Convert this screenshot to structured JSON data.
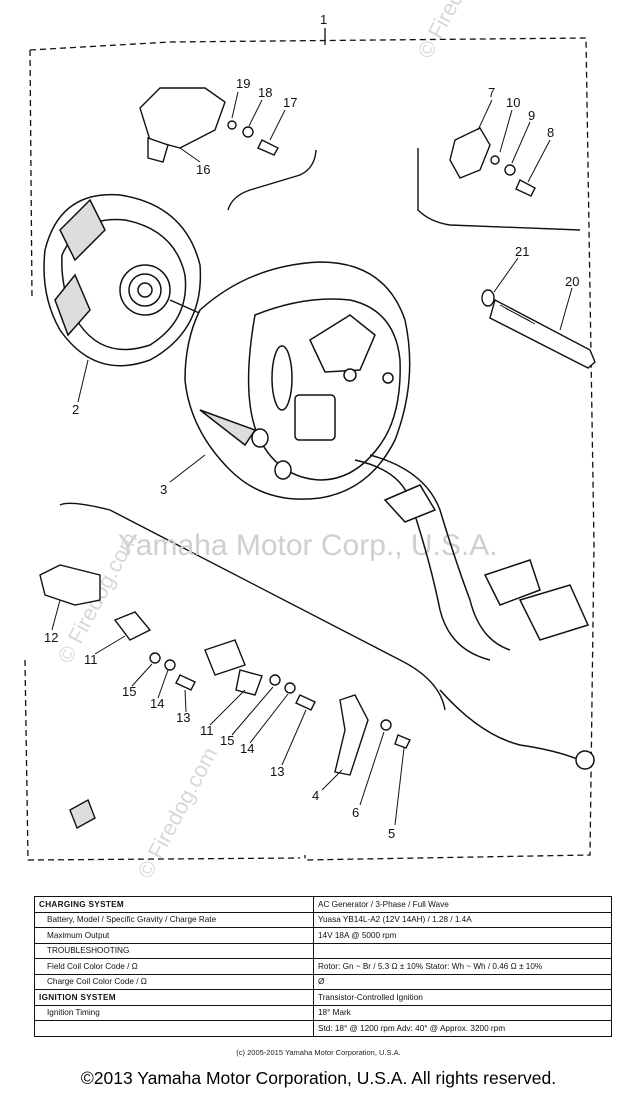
{
  "diagram": {
    "assembly_label": "1",
    "callouts": [
      "19",
      "18",
      "17",
      "16",
      "7",
      "10",
      "9",
      "8",
      "21",
      "20",
      "2",
      "3",
      "12",
      "11",
      "15",
      "14",
      "13",
      "11",
      "15",
      "14",
      "13",
      "4",
      "6",
      "5"
    ],
    "watermarks": {
      "center": "Yamaha Motor Corp., U.S.A.",
      "diagonal": "© Firedog.com"
    }
  },
  "spec_table": {
    "rows": [
      {
        "label": "CHARGING SYSTEM",
        "value": "AC Generator / 3-Phase / Full Wave",
        "section": true
      },
      {
        "label": "Battery, Model / Specific Gravity / Charge Rate",
        "value": "Yuasa YB14L-A2 (12V 14AH) / 1.28 / 1.4A",
        "section": false
      },
      {
        "label": "Maximum Output",
        "value": "14V 18A @ 5000 rpm",
        "section": false
      },
      {
        "label": "TROUBLESHOOTING",
        "value": "",
        "section": false
      },
      {
        "label": "Field Coil Color Code / Ω",
        "value": "Rotor: Gn ~ Br / 5.3 Ω ± 10%  Stator: Wh ~ Wh / 0.46 Ω ± 10%",
        "section": false
      },
      {
        "label": "Charge Coil Color Code / Ω",
        "value": "Ø",
        "section": false
      },
      {
        "label": "IGNITION SYSTEM",
        "value": "Transistor-Controlled Ignition",
        "section": true
      },
      {
        "label": "Ignition Timing",
        "value": "18° Mark",
        "section": false
      },
      {
        "label": "",
        "value": "Std: 18° @ 1200 rpm   Adv: 40° @ Approx. 3200 rpm",
        "section": false
      }
    ]
  },
  "footer": {
    "small_copyright": "(c) 2005-2015 Yamaha Motor Corporation, U.S.A.",
    "main_copyright": "©2013 Yamaha Motor Corporation, U.S.A. All rights reserved."
  }
}
